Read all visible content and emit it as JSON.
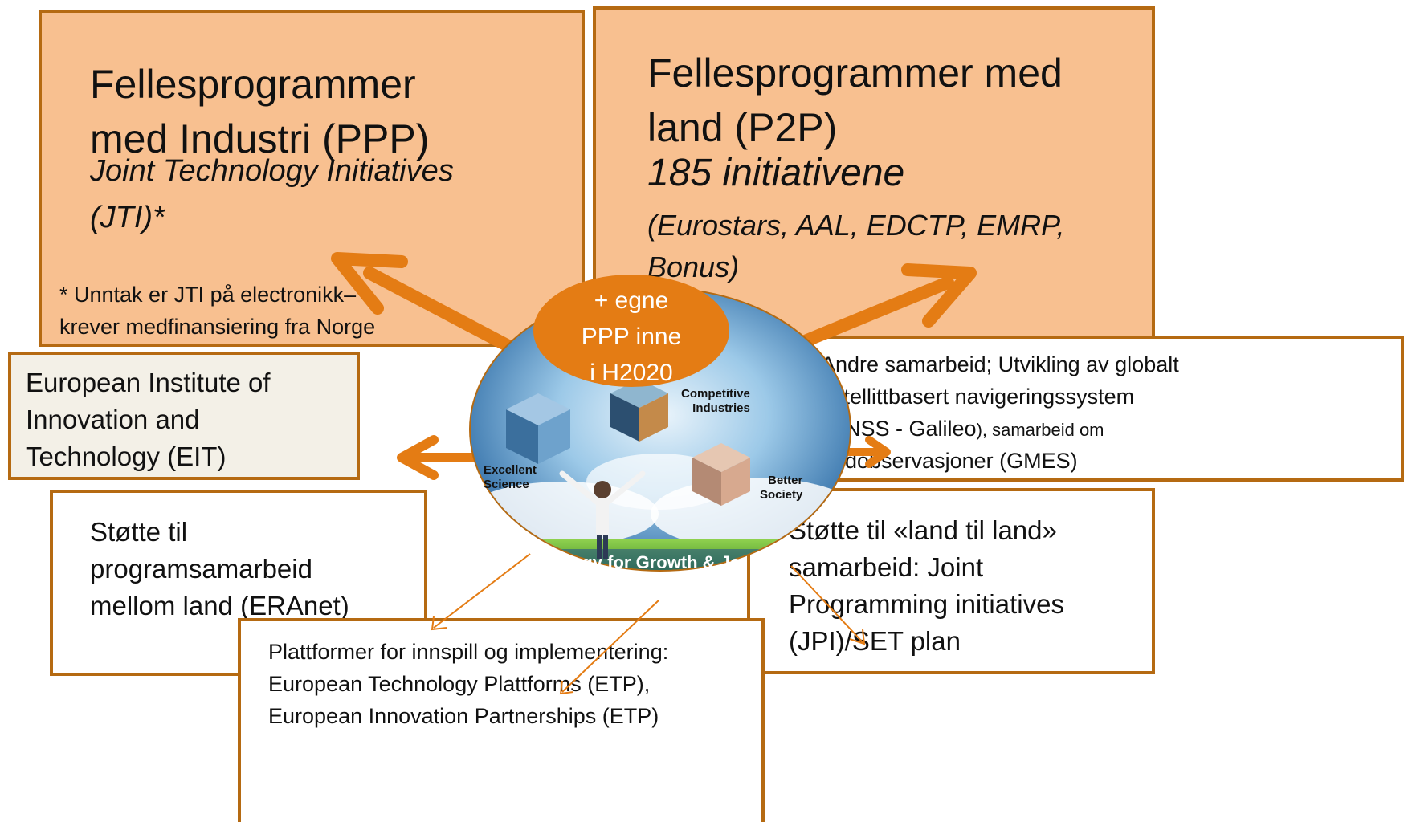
{
  "ppp": {
    "title_line1": "Fellesprogrammer",
    "title_line2": "med Industri (PPP)",
    "subtitle_line1": "Joint Technology Initiatives",
    "subtitle_line2": "(JTI)*",
    "note_line1": "* Unntak er JTI på electronikk–",
    "note_line2": "krever medfinansiering fra Norge"
  },
  "p2p": {
    "title_line1": "Fellesprogrammer med",
    "title_line2": "land (P2P)",
    "subtitle": "185 initiativene",
    "examples_line1": "(Eurostars, AAL, EDCTP, EMRP,",
    "examples_line2": "Bonus)"
  },
  "eit": {
    "line1": "European Institute of",
    "line2": "Innovation and",
    "line3": "Technology (EIT)"
  },
  "galileo": {
    "line1": "Andre samarbeid;  Utvikling av globalt",
    "line2": "satellittbasert navigeringssystem",
    "line3a": "(GNSS - Galileo",
    "line3b": "), samarbeid om",
    "line4": "jordobservasjoner (GMES)"
  },
  "eranet": {
    "line1": "Støtte til",
    "line2": "programsamarbeid",
    "line3": "mellom land (ERAnet)"
  },
  "platforms": {
    "line1": "Plattformer for innspill og implementering:",
    "line2": "European Technology Plattforms (ETP),",
    "line3": "European Innovation Partnerships (ETP)"
  },
  "jpi": {
    "line1": "Støtte til «land til land»",
    "line2": "samarbeid: Joint",
    "line3": "Programming initiatives",
    "line4": "(JPI)/SET plan"
  },
  "center_oval": {
    "line1": "+ egne",
    "line2": "PPP inne",
    "line3": "i H2020"
  },
  "globe": {
    "label_competitive_1": "Competitive",
    "label_competitive_2": "Industries",
    "label_excellent_1": "Excellent",
    "label_excellent_2": "Science",
    "label_better_1": "Better",
    "label_better_2": "Society",
    "banner": "Strategy for Growth & Jo"
  },
  "colors": {
    "box_orange_fill": "#f8c090",
    "border_brown": "#b56a12",
    "arrow_orange": "#e47c14",
    "oval_fill": "#e47c14"
  }
}
